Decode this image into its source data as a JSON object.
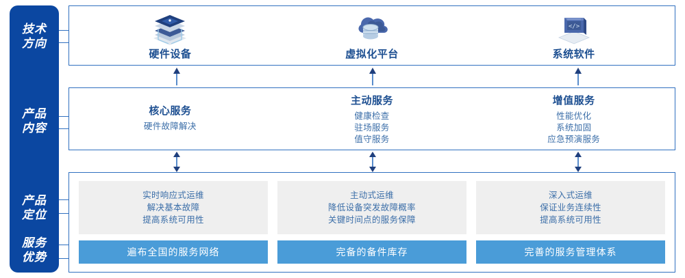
{
  "rail": {
    "sections": [
      {
        "id": "tech",
        "lines": [
          "技术",
          "方向"
        ]
      },
      {
        "id": "content",
        "lines": [
          "产品",
          "内容"
        ]
      },
      {
        "id": "position",
        "lines": [
          "产品",
          "定位"
        ]
      },
      {
        "id": "advantage",
        "lines": [
          "服务",
          "优势"
        ]
      }
    ]
  },
  "technology": {
    "columns": [
      {
        "icon": "server-stack-icon",
        "label": "硬件设备"
      },
      {
        "icon": "cloud-database-icon",
        "label": "虚拟化平台"
      },
      {
        "icon": "code-laptop-icon",
        "label": "系统软件"
      }
    ]
  },
  "product_content": {
    "columns": [
      {
        "title": "核心服务",
        "items": [
          "硬件故障解决"
        ]
      },
      {
        "title": "主动服务",
        "items": [
          "健康检查",
          "驻场服务",
          "值守服务"
        ]
      },
      {
        "title": "增值服务",
        "items": [
          "性能优化",
          "系统加固",
          "应急预演服务"
        ]
      }
    ]
  },
  "product_positioning": {
    "columns": [
      {
        "lines": [
          "实时响应式运维",
          "解决基本故障",
          "提高系统可用性"
        ]
      },
      {
        "lines": [
          "主动式运维",
          "降低设备突发故障概率",
          "关键时间点的服务保障"
        ]
      },
      {
        "lines": [
          "深入式运维",
          "保证业务连续性",
          "提高系统可用性"
        ]
      }
    ]
  },
  "service_advantage": {
    "bars": [
      "遍布全国的服务网络",
      "完备的备件库存",
      "完善的服务管理体系"
    ]
  },
  "colors": {
    "rail_blue": "#0b47a1",
    "border_blue": "#2f6fbf",
    "title_blue": "#1d4f91",
    "body_blue": "#3b6ea8",
    "bar_blue": "#4a9cd8",
    "grey_box": "#efefef"
  }
}
